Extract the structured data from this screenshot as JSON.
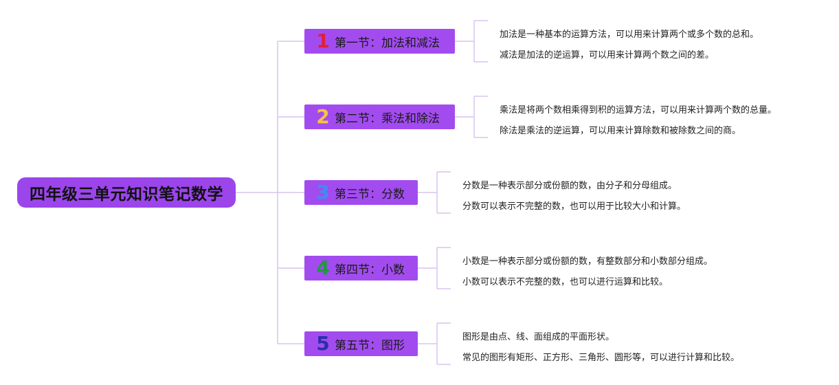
{
  "root": {
    "label": "四年级三单元知识笔记数学"
  },
  "colors": {
    "root_bg": "#9b45eb",
    "section_bg": "#a24cf0",
    "connector": "#d8c4ee"
  },
  "sections": [
    {
      "number": "1",
      "number_color": "#e0203a",
      "label": "第一节：加法和减法",
      "notes": [
        "加法是一种基本的运算方法，可以用来计算两个或多个数的总和。",
        "减法是加法的逆运算，可以用来计算两个数之间的差。"
      ]
    },
    {
      "number": "2",
      "number_color": "#f6c243",
      "label": "第二节：乘法和除法",
      "notes": [
        "乘法是将两个数相乘得到积的运算方法，可以用来计算两个数的总量。",
        "除法是乘法的逆运算，可以用来计算除数和被除数之间的商。"
      ]
    },
    {
      "number": "3",
      "number_color": "#3d8ef0",
      "label": "第三节：分数",
      "notes": [
        "分数是一种表示部分或份额的数，由分子和分母组成。",
        "分数可以表示不完整的数，也可以用于比较大小和计算。"
      ]
    },
    {
      "number": "4",
      "number_color": "#1f9a3a",
      "label": "第四节：小数",
      "notes": [
        "小数是一种表示部分或份额的数，有整数部分和小数部分组成。",
        "小数可以表示不完整的数，也可以进行运算和比较。"
      ]
    },
    {
      "number": "5",
      "number_color": "#2a2fa8",
      "label": "第五节：图形",
      "notes": [
        "图形是由点、线、面组成的平面形状。",
        "常见的图形有矩形、正方形、三角形、圆形等，可以进行计算和比较。"
      ]
    }
  ]
}
